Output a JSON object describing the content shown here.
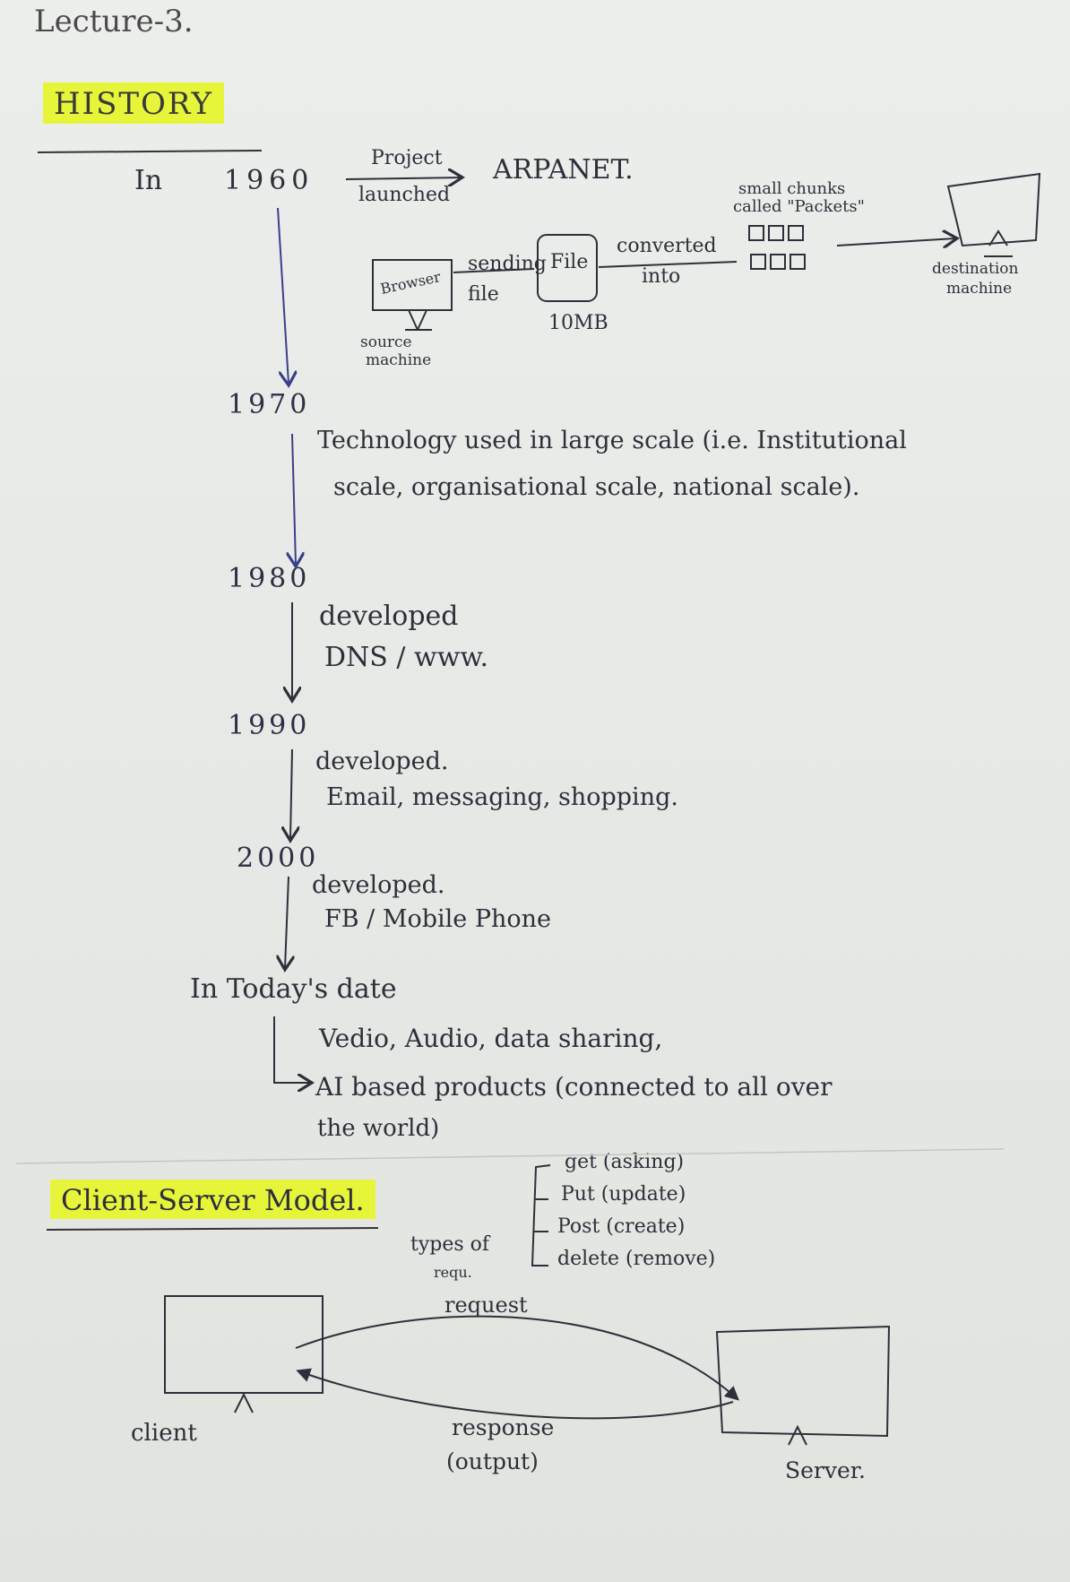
{
  "title": "Lecture-3.",
  "history": {
    "heading": "HISTORY",
    "in_label": "In",
    "year_1960": "1960",
    "arrow_top": "Project",
    "arrow_bottom": "launched",
    "arpanet": "ARPANET.",
    "diagram": {
      "browser_label": "Browser",
      "source_label_1": "source",
      "source_label_2": "machine",
      "sending_1": "sending",
      "sending_2": "file",
      "file_label": "File",
      "file_size": "10MB",
      "converted_1": "converted",
      "converted_2": "into",
      "chunks_1": "small chunks",
      "chunks_2": "called \"Packets\"",
      "dest_1": "destination",
      "dest_2": "machine"
    },
    "year_1970": "1970",
    "text_1970_line1": "Technology used in large scale (i.e. Institutional",
    "text_1970_line2": "scale, organisational scale, national scale).",
    "year_1980": "1980",
    "text_1980_line1": "developed",
    "text_1980_line2": "DNS / www.",
    "year_1990": "1990",
    "text_1990_line1": "developed.",
    "text_1990_line2": "Email, messaging, shopping.",
    "year_2000": "2000",
    "text_2000_line1": "developed.",
    "text_2000_line2": "FB / Mobile Phone",
    "today_label": "In Today's date",
    "today_line1": "Vedio, Audio, data sharing,",
    "today_line2": "AI based products (connected to all over",
    "today_line3": "the world)"
  },
  "client_server": {
    "heading": "Client-Server Model.",
    "types_1": "types of",
    "types_2": "requ.",
    "req_types": [
      "get (asking)",
      "Put (update)",
      "Post (create)",
      "delete (remove)"
    ],
    "request_label": "request",
    "response_label": "response",
    "output_label": "(output)",
    "client_label": "client",
    "server_label": "Server."
  }
}
